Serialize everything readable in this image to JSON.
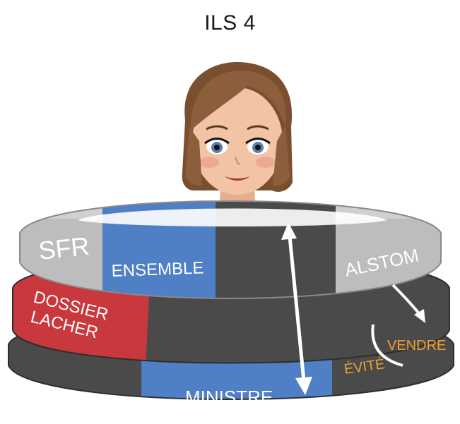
{
  "title": "ILS 4",
  "rings": {
    "top": {
      "left_label": "SFR",
      "center_label": "ENSEMBLE",
      "right_label": "ALSTOM"
    },
    "middle": {
      "left_label_line1": "DOSSIER",
      "left_label_line2": "LACHER"
    },
    "bottom": {
      "center_label": "MINISTRE"
    }
  },
  "annotations": {
    "vendre": "VENDRE",
    "evite": "ÉVITÉ"
  },
  "colors": {
    "ring_light": "#bdbdbd",
    "ring_dark": "#4a4a4a",
    "blue": "#4f7fc4",
    "red": "#c9383c",
    "orange": "#f0a030",
    "hair": "#8b5e3c",
    "skin": "#f2c3a4"
  }
}
